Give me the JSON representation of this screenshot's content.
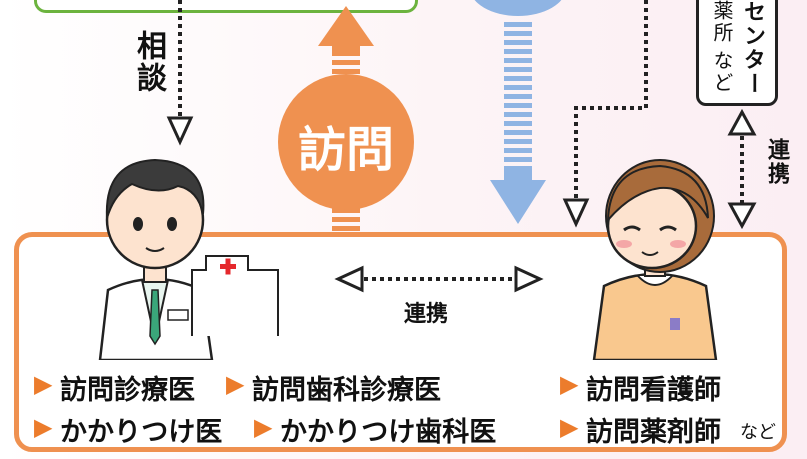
{
  "labels": {
    "soudan": "相談",
    "houmon": "訪問",
    "renkei_vertical": "連携",
    "renkei_center": "連携",
    "box_center": "センター",
    "box_yakkyoku": "薬所",
    "box_nado": "など"
  },
  "roles": {
    "row1_left_a": "訪問診療医",
    "row1_left_b": "訪問歯科診療医",
    "row1_right": "訪問看護師",
    "row2_left_a": "かかりつけ医",
    "row2_left_b": "かかりつけ歯科医",
    "row2_right": "訪問薬剤師",
    "row2_right_suffix": "など"
  },
  "colors": {
    "orange": "#ef9150",
    "blue": "#8fb4e3",
    "green": "#6cb33e",
    "triangle": "#ec7c2c"
  },
  "icons": {
    "bullet": "right-triangle",
    "first_aid": "red-cross"
  }
}
